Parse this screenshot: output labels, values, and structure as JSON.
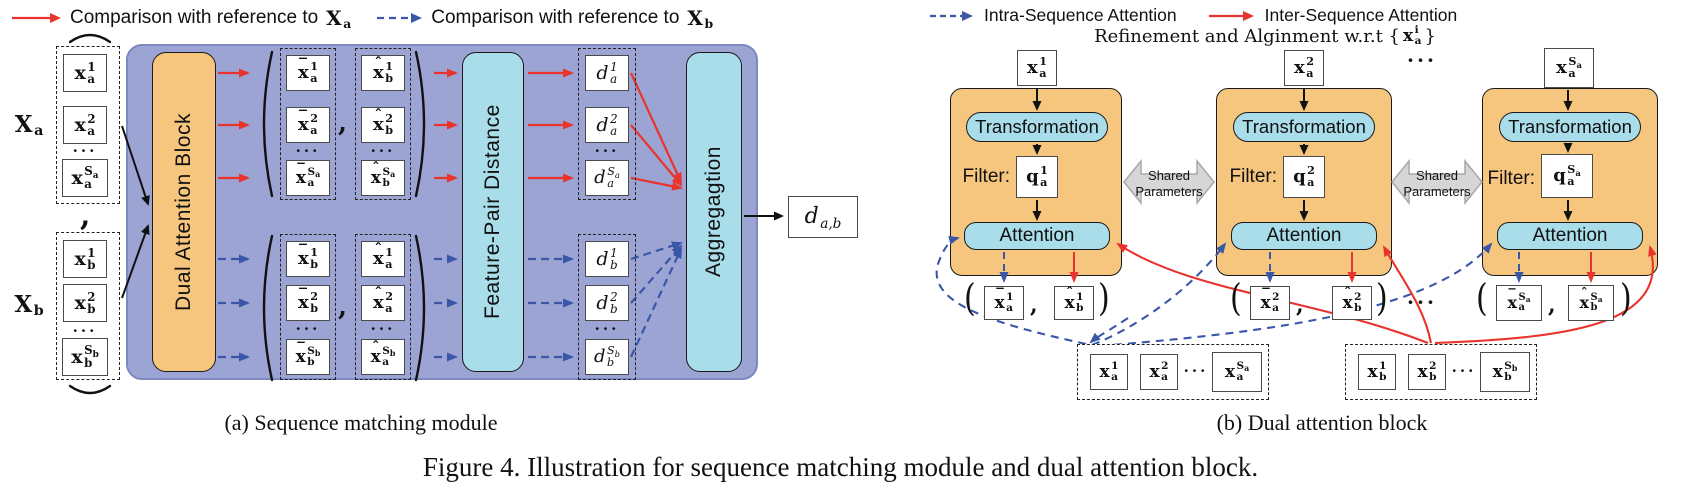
{
  "glyphs": {
    "comma": ",",
    "open": "(",
    "close": ")",
    "dots": "···"
  },
  "colors": {
    "red": "#e8342c",
    "blue": "#3a57a7",
    "panel_bg": "#9ca4d4",
    "orange": "#f7c67e",
    "cyan": "#a8dde9",
    "gray_arrow": "#d6d6d6"
  },
  "captions": {
    "a": "(a) Sequence matching module",
    "b": "(b) Dual attention block",
    "figure": "Figure 4. Illustration for sequence matching module and dual attention block."
  },
  "panel_a": {
    "legend": {
      "red_text": "Comparison with reference to",
      "red_ref": {
        "b": "X",
        "bold": true,
        "sub": "a"
      },
      "blue_text": "Comparison with reference to",
      "blue_ref": {
        "b": "X",
        "bold": true,
        "sub": "b"
      }
    },
    "seq_a_label": {
      "b": "X",
      "bold": true,
      "sub": "a"
    },
    "seq_b_label": {
      "b": "X",
      "bold": true,
      "sub": "b"
    },
    "input_a": [
      {
        "b": "x",
        "bold": true,
        "sub": "a",
        "sup": "1"
      },
      {
        "b": "x",
        "bold": true,
        "sub": "a",
        "sup": "2"
      },
      {
        "b": "x",
        "bold": true,
        "sub": "a",
        "sup": "S_a"
      }
    ],
    "input_b": [
      {
        "b": "x",
        "bold": true,
        "sub": "b",
        "sup": "1"
      },
      {
        "b": "x",
        "bold": true,
        "sub": "b",
        "sup": "2"
      },
      {
        "b": "x",
        "bold": true,
        "sub": "b",
        "sup": "S_b"
      }
    ],
    "dual_attention": "Dual Attention Block",
    "pairs_top_left": [
      {
        "b": "x",
        "bold": true,
        "acc": "bar",
        "sub": "a",
        "sup": "1"
      },
      {
        "b": "x",
        "bold": true,
        "acc": "bar",
        "sub": "a",
        "sup": "2"
      },
      {
        "b": "x",
        "bold": true,
        "acc": "bar",
        "sub": "a",
        "sup": "S_a"
      }
    ],
    "pairs_top_right": [
      {
        "b": "x",
        "bold": true,
        "acc": "hat",
        "sub": "b",
        "sup": "1"
      },
      {
        "b": "x",
        "bold": true,
        "acc": "hat",
        "sub": "b",
        "sup": "2"
      },
      {
        "b": "x",
        "bold": true,
        "acc": "hat",
        "sub": "b",
        "sup": "S_a"
      }
    ],
    "pairs_bottom_left": [
      {
        "b": "x",
        "bold": true,
        "acc": "bar",
        "sub": "b",
        "sup": "1"
      },
      {
        "b": "x",
        "bold": true,
        "acc": "bar",
        "sub": "b",
        "sup": "2"
      },
      {
        "b": "x",
        "bold": true,
        "acc": "bar",
        "sub": "b",
        "sup": "S_b"
      }
    ],
    "pairs_bottom_right": [
      {
        "b": "x",
        "bold": true,
        "acc": "hat",
        "sub": "a",
        "sup": "1"
      },
      {
        "b": "x",
        "bold": true,
        "acc": "hat",
        "sub": "a",
        "sup": "2"
      },
      {
        "b": "x",
        "bold": true,
        "acc": "hat",
        "sub": "a",
        "sup": "S_b"
      }
    ],
    "feature_pair": "Feature-Pair Distance",
    "d_a": [
      {
        "b": "d",
        "italic": true,
        "sub": "a",
        "sup": "1"
      },
      {
        "b": "d",
        "italic": true,
        "sub": "a",
        "sup": "2"
      },
      {
        "b": "d",
        "italic": true,
        "sub": "a",
        "sup": "S_a"
      }
    ],
    "d_b": [
      {
        "b": "d",
        "italic": true,
        "sub": "b",
        "sup": "1"
      },
      {
        "b": "d",
        "italic": true,
        "sub": "b",
        "sup": "2"
      },
      {
        "b": "d",
        "italic": true,
        "sub": "b",
        "sup": "S_b"
      }
    ],
    "aggregation": "Aggregagtion",
    "output": {
      "b": "d",
      "italic": true,
      "sub": "a,b"
    }
  },
  "panel_b": {
    "legend": {
      "intra": "Intra-Sequence Attention",
      "inter": "Inter-Sequence Attention"
    },
    "subtitle_prefix": "Refinement and Alginment w.r.t {",
    "subtitle_math": {
      "b": "x",
      "bold": true,
      "sub": "a",
      "sup": "i"
    },
    "subtitle_suffix": "}",
    "shared_label_1": "Shared",
    "shared_label_2": "Parameters",
    "blocks": [
      {
        "input": {
          "b": "x",
          "bold": true,
          "sub": "a",
          "sup": "1"
        },
        "transformation": "Transformation",
        "filter_label": "Filter:",
        "filter": {
          "b": "q",
          "bold": true,
          "sub": "a",
          "sup": "1"
        },
        "attention": "Attention",
        "out_left": {
          "b": "x",
          "bold": true,
          "acc": "bar",
          "sub": "a",
          "sup": "1"
        },
        "out_right": {
          "b": "x",
          "bold": true,
          "acc": "hat",
          "sub": "b",
          "sup": "1"
        }
      },
      {
        "input": {
          "b": "x",
          "bold": true,
          "sub": "a",
          "sup": "2"
        },
        "transformation": "Transformation",
        "filter_label": "Filter:",
        "filter": {
          "b": "q",
          "bold": true,
          "sub": "a",
          "sup": "2"
        },
        "attention": "Attention",
        "out_left": {
          "b": "x",
          "bold": true,
          "acc": "bar",
          "sub": "a",
          "sup": "2"
        },
        "out_right": {
          "b": "x",
          "bold": true,
          "acc": "hat",
          "sub": "b",
          "sup": "2"
        }
      },
      {
        "input": {
          "b": "x",
          "bold": true,
          "sub": "a",
          "sup": "S_a"
        },
        "transformation": "Transformation",
        "filter_label": "Filter:",
        "filter": {
          "b": "q",
          "bold": true,
          "sub": "a",
          "sup": "S_a"
        },
        "attention": "Attention",
        "out_left": {
          "b": "x",
          "bold": true,
          "acc": "bar",
          "sub": "a",
          "sup": "S_a"
        },
        "out_right": {
          "b": "x",
          "bold": true,
          "acc": "hat",
          "sub": "b",
          "sup": "S_a"
        }
      }
    ],
    "set_a": [
      {
        "b": "x",
        "bold": true,
        "sub": "a",
        "sup": "1"
      },
      {
        "b": "x",
        "bold": true,
        "sub": "a",
        "sup": "2"
      },
      {
        "b": "x",
        "bold": true,
        "sub": "a",
        "sup": "S_a"
      }
    ],
    "set_b": [
      {
        "b": "x",
        "bold": true,
        "sub": "b",
        "sup": "1"
      },
      {
        "b": "x",
        "bold": true,
        "sub": "b",
        "sup": "2"
      },
      {
        "b": "x",
        "bold": true,
        "sub": "b",
        "sup": "S_b"
      }
    ]
  }
}
